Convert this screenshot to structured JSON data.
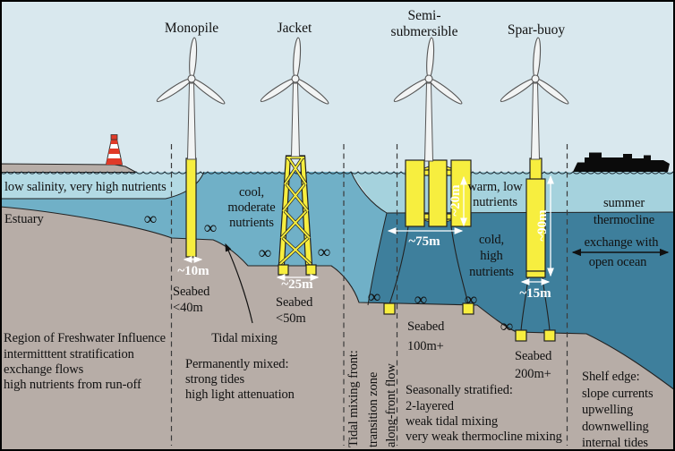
{
  "turbines": {
    "monopile": "Monopile",
    "jacket": "Jacket",
    "semi_line1": "Semi-",
    "semi_line2": "submersible",
    "spar": "Spar-buoy"
  },
  "water": {
    "low_salinity": "low salinity, very high nutrients",
    "estuary": "Estuary",
    "cool_line1": "cool,",
    "cool_line2": "moderate",
    "cool_line3": "nutrients",
    "warm_line1": "warm, low",
    "warm_line2": "nutrients",
    "cold_line1": "cold,",
    "cold_line2": "high",
    "cold_line3": "nutrients",
    "summer": "summer",
    "thermocline": "thermocline",
    "exchange_line1": "exchange with",
    "exchange_line2": "open ocean"
  },
  "depths": {
    "monopile_width": "~10m",
    "jacket_width": "~25m",
    "semisub_width": "~75m",
    "semisub_draft": "~20m",
    "spar_draft": "~90m",
    "spar_width": "~15m"
  },
  "seabed": {
    "s40_line1": "Seabed",
    "s40_line2": "<40m",
    "s50_line1": "Seabed",
    "s50_line2": "<50m",
    "s100_line1": "Seabed",
    "s100_line2": "100m+",
    "s200_line1": "Seabed",
    "s200_line2": "200m+"
  },
  "zones": {
    "rofi_line1": "Region of Freshwater Influence",
    "rofi_line2": "intermitttent stratification",
    "rofi_line3": "exchange flows",
    "rofi_line4": "high nutrients from run-off",
    "tidal_mixing": "Tidal mixing",
    "mixed_line1": "Permanently mixed:",
    "mixed_line2": "strong tides",
    "mixed_line3": "high light attenuation",
    "front_line1": "Tidal mixing front:",
    "front_line2": "transition zone",
    "front_line3": "along-front flow",
    "strat_line1": "Seasonally stratified:",
    "strat_line2": "2-layered",
    "strat_line3": "weak tidal mixing",
    "strat_line4": "very weak thermocline mixing",
    "shelf_line1": "Shelf edge:",
    "shelf_line2": "slope currents",
    "shelf_line3": "upwelling",
    "shelf_line4": "downwelling",
    "shelf_line5": "internal tides"
  },
  "symbols": {
    "infinity": "∞"
  },
  "colors": {
    "sky": "#d9e8ee",
    "low_salinity_layer": "#b3dae4",
    "warm_layer": "#a5d2dd",
    "mixed_water": "#70b0c7",
    "cold_water": "#3e7f9c",
    "seabed_tan": "#b7ada7",
    "structure_yellow": "#f7ee3f",
    "lighthouse_red": "#e03a28",
    "ship_black": "#0b0b0b"
  }
}
